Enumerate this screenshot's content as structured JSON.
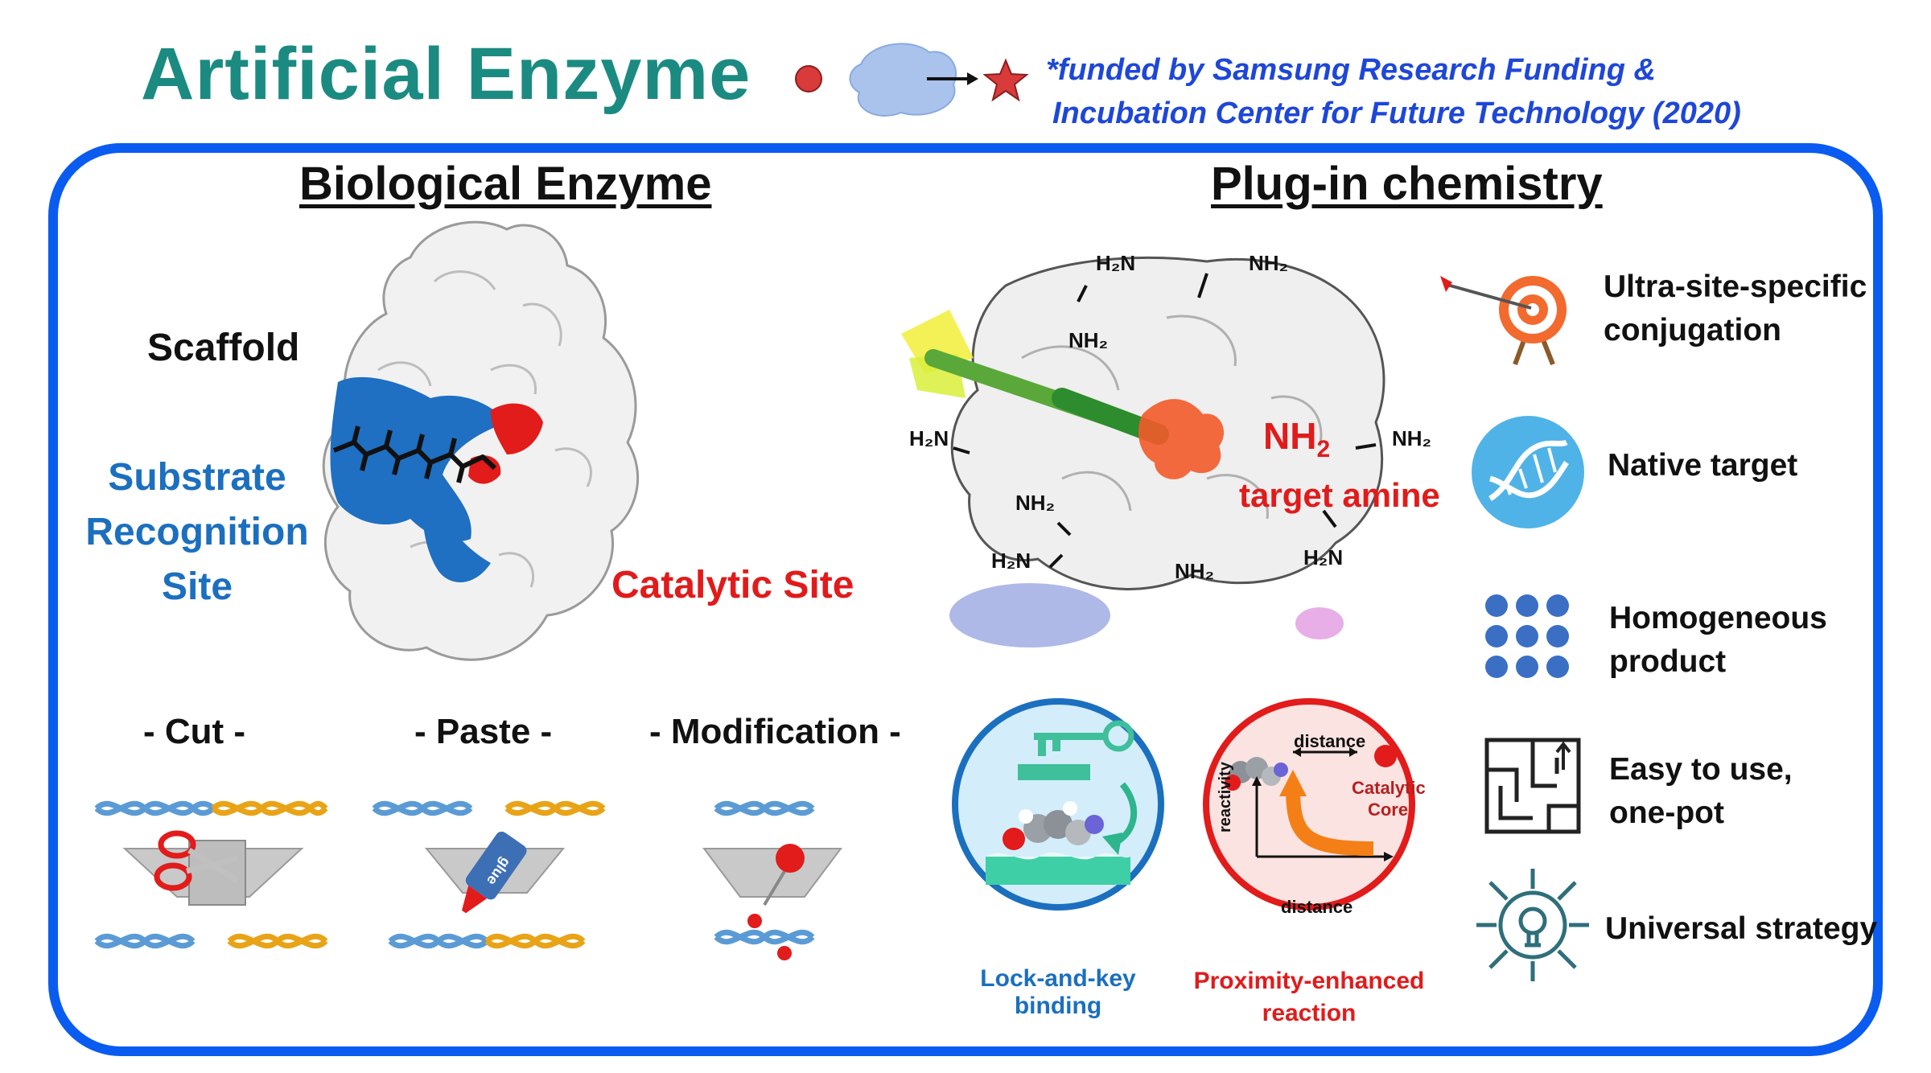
{
  "header": {
    "title": "Artificial Enzyme",
    "funded_line1": "*funded by Samsung Research Funding &",
    "funded_line2": "Incubation Center for Future Technology (2020)"
  },
  "left": {
    "title": "Biological Enzyme",
    "scaffold": "Scaffold",
    "substrate_line1": "Substrate",
    "substrate_line2": "Recognition",
    "substrate_line3": "Site",
    "catalytic": "Catalytic Site",
    "actions": [
      "- Cut -",
      "- Paste -",
      "- Modification -"
    ],
    "glue": "glue"
  },
  "right": {
    "title": "Plug-in chemistry",
    "target_nh2": "NH",
    "target_nh2_sub": "2",
    "target_label": "target amine",
    "amines": {
      "h2n_top": "H₂N",
      "nh2_top": "NH₂",
      "nh2_mid": "NH₂",
      "h2n_left": "H₂N",
      "nh2_right": "NH₂",
      "nh2_low": "NH₂",
      "h2n_bottom_left": "H₂N",
      "nh2_bottom": "NH₂",
      "h2n_bottom_right": "H₂N"
    },
    "inset_left_caption": "Lock-and-key binding",
    "inset_right_caption_line1": "Proximity-enhanced",
    "inset_right_caption_line2": "reaction",
    "inset_distance_top": "distance",
    "inset_catalytic_line1": "Catalytic",
    "inset_catalytic_line2": "Core",
    "inset_reactivity": "reactivity",
    "inset_distance_bottom": "distance",
    "features": [
      {
        "line1": "Ultra-site-specific",
        "line2": "conjugation",
        "icon": "target-icon"
      },
      {
        "line1": "Native target",
        "line2": "",
        "icon": "dna-icon"
      },
      {
        "line1": "Homogeneous",
        "line2": "product",
        "icon": "dots-grid-icon"
      },
      {
        "line1": "Easy to use,",
        "line2": "one-pot",
        "icon": "maze-icon"
      },
      {
        "line1": "Universal strategy",
        "line2": "",
        "icon": "lightbulb-icon"
      }
    ]
  },
  "colors": {
    "title_teal": "#1b8b82",
    "funded_blue": "#1e47d8",
    "panel_border": "#0a5cf0",
    "substrate_blue": "#1b6fbf",
    "catalytic_red": "#e11b1b",
    "dna_blue": "#5b9bd5",
    "dna_gold": "#e8a317"
  }
}
